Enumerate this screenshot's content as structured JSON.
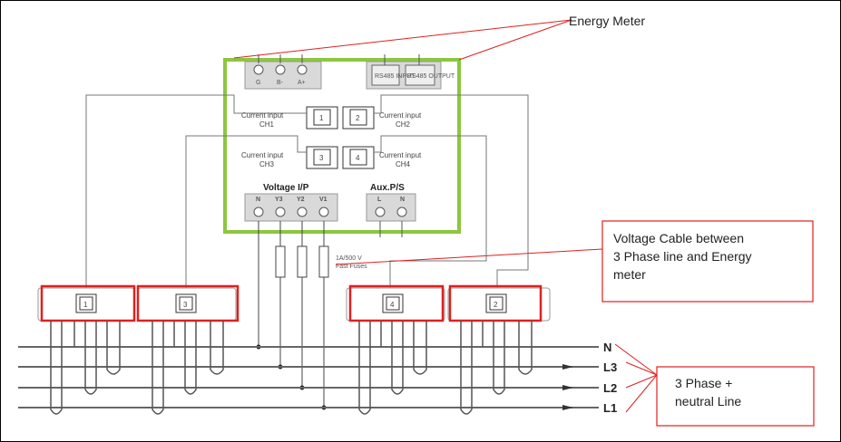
{
  "meter": {
    "top_terminals": [
      "G",
      "B-",
      "A+"
    ],
    "top_right_boxes": [
      "RS485 INPUT",
      "RS485 OUTPUT"
    ],
    "ct_inputs": [
      {
        "label": "Current input",
        "sub": "CH1",
        "num": "1"
      },
      {
        "label": "Current input",
        "sub": "CH2",
        "num": "2"
      },
      {
        "label": "Current input",
        "sub": "CH3",
        "num": "3"
      },
      {
        "label": "Current input",
        "sub": "CH4",
        "num": "4"
      }
    ],
    "voltage_title": "Voltage  I/P",
    "voltage_terminals": [
      "N",
      "Y3",
      "Y2",
      "V1"
    ],
    "aux_title": "Aux.P/S",
    "aux_terminals": [
      "L",
      "N"
    ]
  },
  "fuse_label_line1": "1A/500 V",
  "fuse_label_line2": "Fast Fuses",
  "cts": [
    "1",
    "3",
    "4",
    "2"
  ],
  "lines": [
    "N",
    "L3",
    "L2",
    "L1"
  ],
  "annotations": {
    "energy_meter": "Energy Meter",
    "voltage_cable": [
      "Voltage Cable between",
      "3 Phase line  and Energy",
      "meter"
    ],
    "three_phase": [
      "3 Phase +",
      "neutral Line"
    ]
  }
}
